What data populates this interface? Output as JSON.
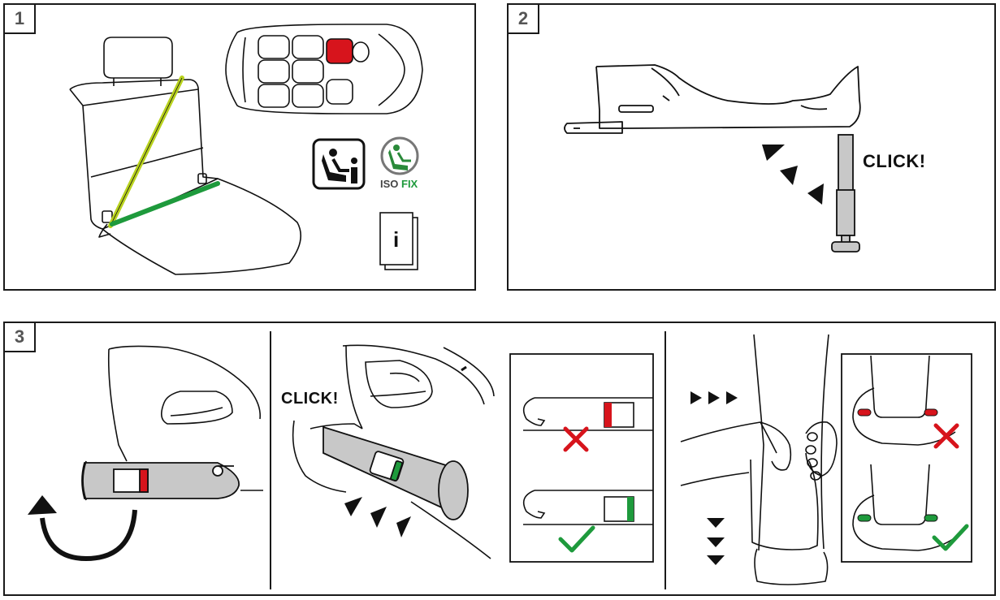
{
  "steps": {
    "step1": {
      "number": "1"
    },
    "step2": {
      "number": "2",
      "click_label": "CLICK!"
    },
    "step3": {
      "number": "3",
      "click_label": "CLICK!"
    }
  },
  "badges": {
    "isofix_text_iso": "ISO",
    "isofix_text_fix": "FIX",
    "info_letter": "i"
  },
  "colors": {
    "belt_yellow": "#b8d21e",
    "belt_green": "#1e9a3c",
    "indicator_red": "#d7141c",
    "indicator_green": "#1e9a3c",
    "gray_fill": "#c8c8c8",
    "line": "#111111"
  },
  "icons": [
    "seat-icon",
    "car-top-view-icon",
    "child-seat-manual-icon",
    "isofix-logo-icon",
    "manual-booklet-icon",
    "base-icon",
    "support-leg-icon",
    "rotate-arrow-icon",
    "cross-icon",
    "check-icon",
    "arrow-triangle-icon"
  ]
}
